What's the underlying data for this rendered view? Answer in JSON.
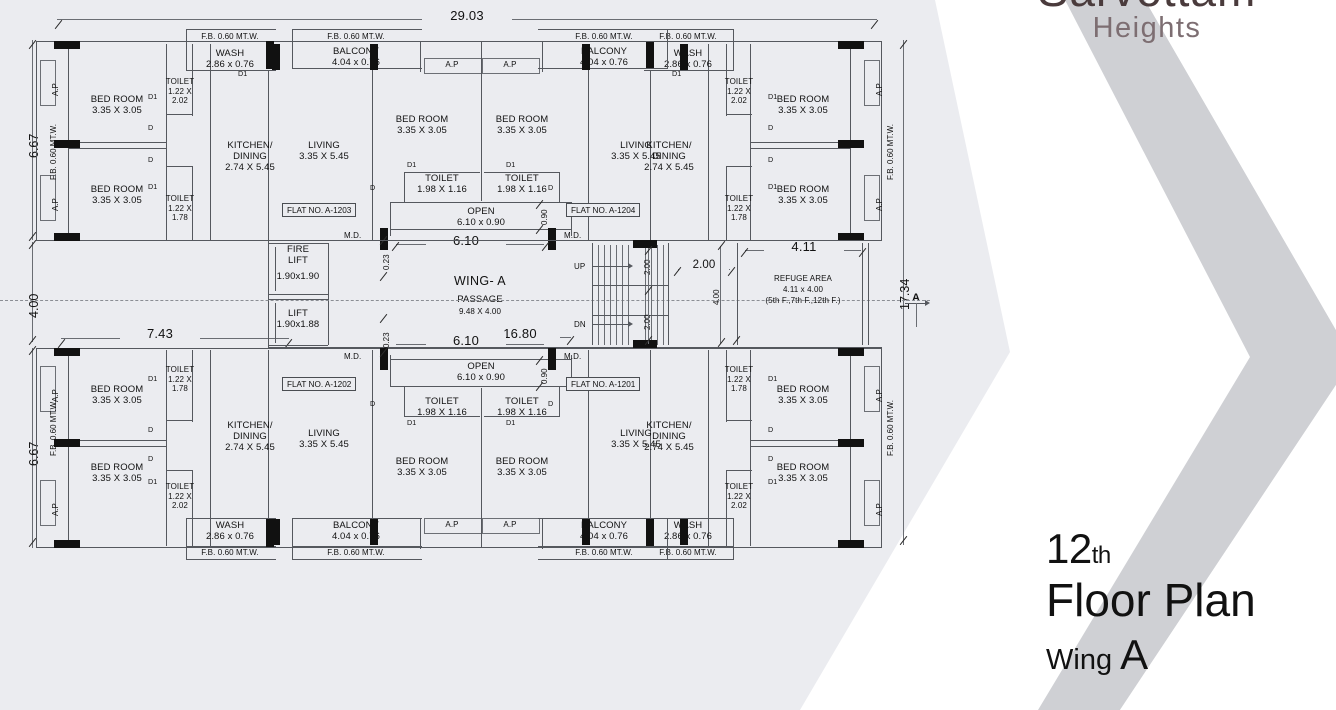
{
  "branding": {
    "name": "Sarvottam",
    "sub": "Heights"
  },
  "titleblock": {
    "floor_number": "12",
    "floor_ordinal": "th",
    "main": "Floor Plan",
    "wing_prefix": "Wing",
    "wing_letter": "A"
  },
  "plan": {
    "wing_title": "WING- A",
    "passage_label": "PASSAGE",
    "passage_dim": "9.48 X 4.00",
    "fire_lift": {
      "line1": "FIRE",
      "line2": "LIFT",
      "dim": "1.90x1.90"
    },
    "lift": {
      "label": "LIFT",
      "dim": "1.90x1.88"
    },
    "refuge": {
      "title": "REFUGE AREA",
      "dim": "4.11 x 4.00",
      "note": "(5th F.,7th F.,12th F.)"
    },
    "stair": {
      "up": "UP",
      "dn": "DN"
    },
    "section_marker": "A"
  },
  "flats": [
    {
      "id": "flat-a-1203",
      "number": "FLAT NO. A-1203"
    },
    {
      "id": "flat-a-1204",
      "number": "FLAT NO. A-1204"
    },
    {
      "id": "flat-a-1202",
      "number": "FLAT NO. A-1202"
    },
    {
      "id": "flat-a-1201",
      "number": "FLAT NO. A-1201"
    }
  ],
  "rooms": {
    "bedroom_label": "BED ROOM",
    "bedroom_dim": "3.35 X 3.05",
    "living_label": "LIVING",
    "living_dim": "3.35 X 5.45",
    "kitchen_label_1": "KITCHEN/",
    "kitchen_label_2": "DINING",
    "kitchen_dim": "2.74 X 5.45",
    "toilet_label": "TOILET",
    "toilet_dim_a1": "1.22 X",
    "toilet_dim_a2": "2.02",
    "toilet_dim_b1": "1.22 X",
    "toilet_dim_b2": "1.78",
    "toilet_large_label": "TOILET",
    "toilet_large_dim": "1.98 X 1.16",
    "wash_label": "WASH",
    "wash_dim": "2.86 x 0.76",
    "balcony_label": "BALCONY",
    "balcony_dim": "4.04 x 0.76",
    "open_label": "OPEN",
    "open_dim": "6.10 x 0.90",
    "ap": "A.P",
    "fb": "F.B. 0.60 MT.W.",
    "md": "M.D.",
    "door": "D",
    "door1": "D1"
  },
  "dimensions": {
    "overall_top": "29.03",
    "left_upper": "6.67",
    "left_mid": "4.00",
    "left_lower": "6.67",
    "right_overall": "17.34",
    "bottom_left_wing": "7.43",
    "open_width": "6.10",
    "passage_run": "16.80",
    "wall_023": "0.23",
    "open_depth": "0.90",
    "stair_flight": "2.00",
    "stair_width": "2.00",
    "stair_depth": "4.00",
    "refuge_w": "4.11",
    "refuge_d": "4.00"
  }
}
